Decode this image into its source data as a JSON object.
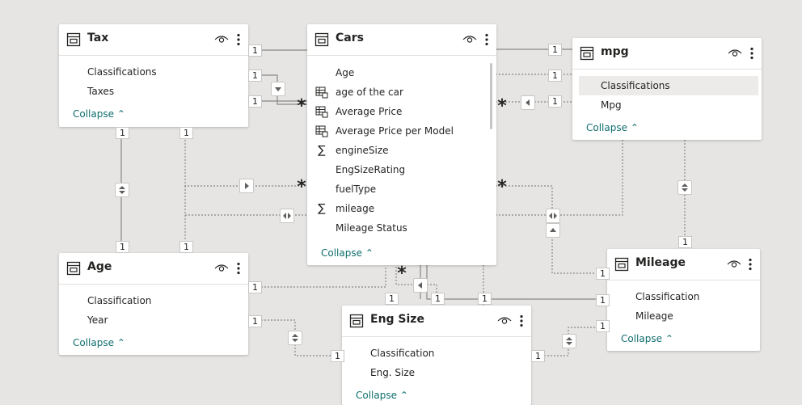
{
  "tables": {
    "tax": {
      "title": "Tax",
      "fields": [
        "Classifications",
        "Taxes"
      ],
      "collapse": "Collapse"
    },
    "cars": {
      "title": "Cars",
      "fields": [
        "Age",
        "age of the car",
        "Average Price",
        "Average Price per Model",
        "engineSize",
        "EngSizeRating",
        "fuelType",
        "mileage",
        "Mileage Status"
      ],
      "collapse": "Collapse"
    },
    "mpg": {
      "title": "mpg",
      "fields": [
        "Classifications",
        "Mpg"
      ],
      "collapse": "Collapse"
    },
    "age": {
      "title": "Age",
      "fields": [
        "Classification",
        "Year"
      ],
      "collapse": "Collapse"
    },
    "engsize": {
      "title": "Eng Size",
      "fields": [
        "Classification",
        "Eng. Size"
      ],
      "collapse": "Collapse"
    },
    "mileage": {
      "title": "Mileage",
      "fields": [
        "Classification",
        "Mileage"
      ],
      "collapse": "Collapse"
    }
  },
  "field_icons": {
    "cars": [
      "none",
      "table-calc-icon",
      "table-calc-icon",
      "table-calc-icon",
      "sigma-icon",
      "none",
      "none",
      "sigma-icon",
      "none"
    ]
  },
  "cardinality": {
    "one": "1",
    "many": "*"
  },
  "colors": {
    "canvas": "#e6e5e3",
    "card": "#ffffff",
    "accent": "#106e6e",
    "line": "#8a8886",
    "highlight": "#edebe9"
  }
}
